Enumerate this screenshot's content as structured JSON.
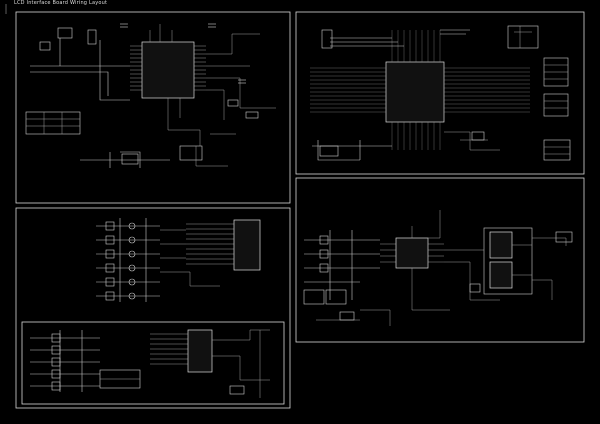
{
  "document": {
    "title": "LCD Interface Board Wiring Layout",
    "footer": ""
  },
  "colors": {
    "background": "#000000",
    "lines": "#d8d8d8"
  },
  "panels": [
    {
      "id": "top-left-schematic",
      "label": ""
    },
    {
      "id": "top-right-schematic",
      "label": ""
    },
    {
      "id": "bottom-left-schematic",
      "label": ""
    },
    {
      "id": "bottom-right-schematic",
      "label": ""
    }
  ]
}
